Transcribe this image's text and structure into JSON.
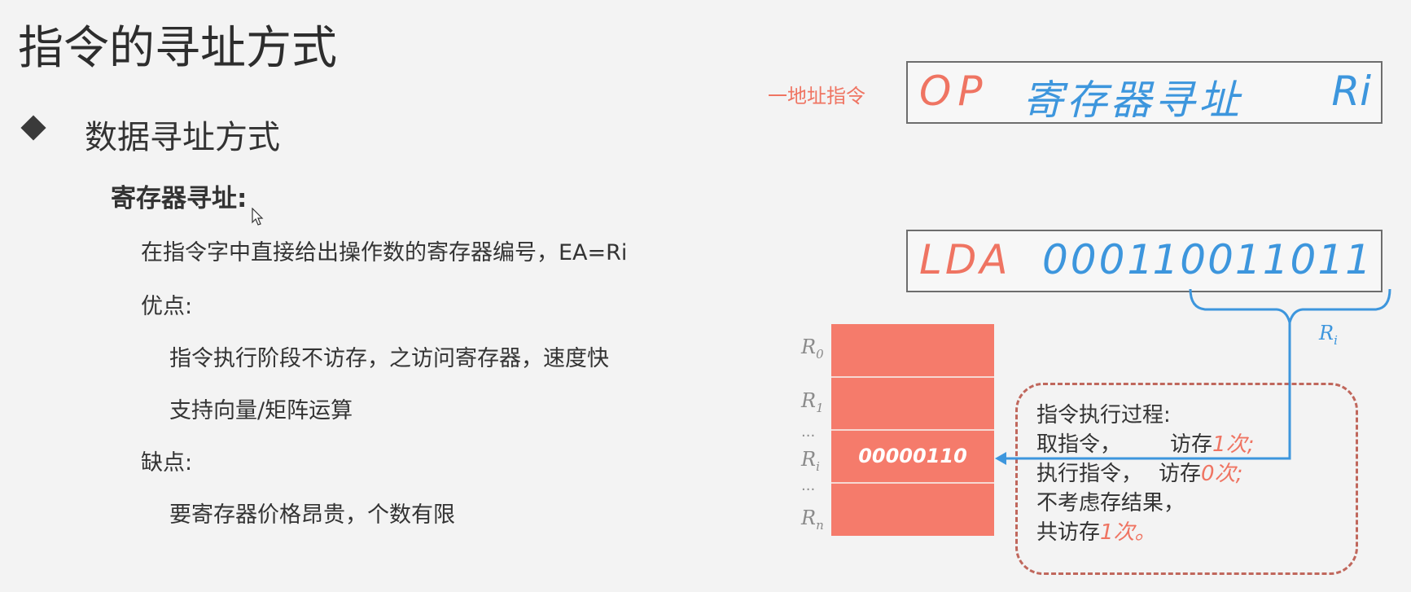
{
  "title": "指令的寻址方式",
  "section": "数据寻址方式",
  "subsection": "寄存器寻址:",
  "lines": {
    "definition": "在指令字中直接给出操作数的寄存器编号，EA=Ri",
    "pros_label": "优点:",
    "pro1": "指令执行阶段不访存，之访问寄存器，速度快",
    "pro2": "支持向量/矩阵运算",
    "cons_label": "缺点:",
    "con1": "要寄存器价格昂贵，个数有限"
  },
  "instruction_format": {
    "label": "一地址指令",
    "op": "OP",
    "mode": "寄存器寻址",
    "operand": "Ri"
  },
  "example_instruction": {
    "opcode": "LDA",
    "mode_bits": "0001",
    "address_bits": "10011011"
  },
  "register_file": {
    "labels": {
      "r0_base": "R",
      "r0_sub": "0",
      "r1_base": "R",
      "r1_sub": "1",
      "dots": "...",
      "ri_base": "R",
      "ri_sub": "i",
      "rn_base": "R",
      "rn_sub": "n"
    },
    "value": "00000110"
  },
  "brace_label": {
    "base": "R",
    "sub": "i"
  },
  "process": {
    "title": "指令执行过程:",
    "fetch_label": "取指令，",
    "fetch_access": "访存",
    "fetch_count": "1次;",
    "exec_label": "执行指令，",
    "exec_access": "访存",
    "exec_count": "0次;",
    "note": "不考虑存结果，",
    "total_prefix": "共访存",
    "total_count": "1次。"
  },
  "colors": {
    "accent_red": "#ef7462",
    "accent_blue": "#3d96dd",
    "register_fill": "#f57b6b",
    "dash_border": "#c0675c"
  },
  "icons": [
    "diamond-bullet-icon",
    "mouse-cursor-icon",
    "brace-icon",
    "arrow-icon"
  ]
}
